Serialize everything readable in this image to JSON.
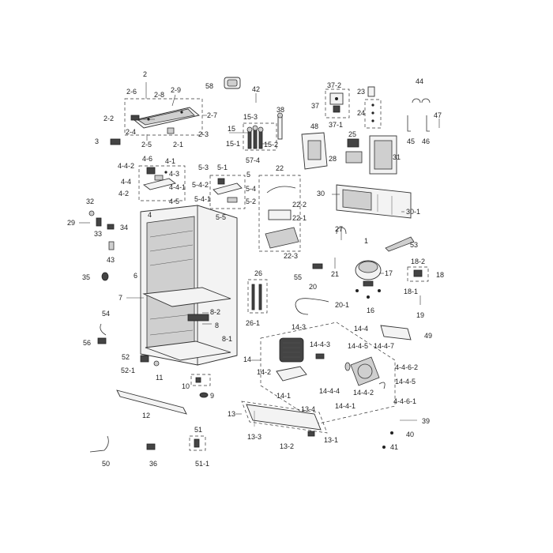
{
  "callouts": [
    {
      "id": "2",
      "text": "2"
    },
    {
      "id": "2-6",
      "text": "2-6"
    },
    {
      "id": "2-8",
      "text": "2-8"
    },
    {
      "id": "2-9",
      "text": "2-9"
    },
    {
      "id": "2-7",
      "text": "2-7"
    },
    {
      "id": "2-2",
      "text": "2-2"
    },
    {
      "id": "2-4",
      "text": "2-4"
    },
    {
      "id": "2-3",
      "text": "2-3"
    },
    {
      "id": "2-5",
      "text": "2-5"
    },
    {
      "id": "2-1",
      "text": "2-1"
    },
    {
      "id": "3",
      "text": "3"
    },
    {
      "id": "58",
      "text": "58"
    },
    {
      "id": "42",
      "text": "42"
    },
    {
      "id": "38",
      "text": "38"
    },
    {
      "id": "15-3",
      "text": "15-3"
    },
    {
      "id": "15",
      "text": "15"
    },
    {
      "id": "15-1",
      "text": "15-1"
    },
    {
      "id": "15-2",
      "text": "15-2"
    },
    {
      "id": "57-4",
      "text": "57-4"
    },
    {
      "id": "37-2",
      "text": "37-2"
    },
    {
      "id": "37",
      "text": "37"
    },
    {
      "id": "37-1",
      "text": "37-1"
    },
    {
      "id": "23",
      "text": "23"
    },
    {
      "id": "24",
      "text": "24"
    },
    {
      "id": "44",
      "text": "44"
    },
    {
      "id": "47",
      "text": "47"
    },
    {
      "id": "45",
      "text": "45"
    },
    {
      "id": "46",
      "text": "46"
    },
    {
      "id": "48",
      "text": "48"
    },
    {
      "id": "25",
      "text": "25"
    },
    {
      "id": "28",
      "text": "28"
    },
    {
      "id": "31",
      "text": "31"
    },
    {
      "id": "4-6",
      "text": "4-6"
    },
    {
      "id": "4-1",
      "text": "4-1"
    },
    {
      "id": "4-4-2",
      "text": "4-4-2"
    },
    {
      "id": "4-3",
      "text": "4-3"
    },
    {
      "id": "4-4",
      "text": "4-4"
    },
    {
      "id": "4-4-1",
      "text": "4-4-1"
    },
    {
      "id": "4-2",
      "text": "4-2"
    },
    {
      "id": "4-5",
      "text": "4-5"
    },
    {
      "id": "4",
      "text": "4"
    },
    {
      "id": "5-3",
      "text": "5-3"
    },
    {
      "id": "5-1",
      "text": "5-1"
    },
    {
      "id": "5",
      "text": "5"
    },
    {
      "id": "5-4-2",
      "text": "5-4-2"
    },
    {
      "id": "5-4",
      "text": "5-4"
    },
    {
      "id": "5-4-1",
      "text": "5-4-1"
    },
    {
      "id": "5-2",
      "text": "5-2"
    },
    {
      "id": "5-5",
      "text": "5-5"
    },
    {
      "id": "22",
      "text": "22"
    },
    {
      "id": "22-2",
      "text": "22-2"
    },
    {
      "id": "22-1",
      "text": "22-1"
    },
    {
      "id": "22-3",
      "text": "22-3"
    },
    {
      "id": "30",
      "text": "30"
    },
    {
      "id": "30-1",
      "text": "30-1"
    },
    {
      "id": "32",
      "text": "32"
    },
    {
      "id": "29",
      "text": "29"
    },
    {
      "id": "33",
      "text": "33"
    },
    {
      "id": "34",
      "text": "34"
    },
    {
      "id": "43",
      "text": "43"
    },
    {
      "id": "35",
      "text": "35"
    },
    {
      "id": "6",
      "text": "6"
    },
    {
      "id": "7",
      "text": "7"
    },
    {
      "id": "27",
      "text": "27"
    },
    {
      "id": "1",
      "text": "1"
    },
    {
      "id": "53",
      "text": "53"
    },
    {
      "id": "55",
      "text": "55"
    },
    {
      "id": "21",
      "text": "21"
    },
    {
      "id": "17",
      "text": "17"
    },
    {
      "id": "18-2",
      "text": "18-2"
    },
    {
      "id": "18",
      "text": "18"
    },
    {
      "id": "18-1",
      "text": "18-1"
    },
    {
      "id": "16",
      "text": "16"
    },
    {
      "id": "19",
      "text": "19"
    },
    {
      "id": "26",
      "text": "26"
    },
    {
      "id": "20",
      "text": "20"
    },
    {
      "id": "20-1",
      "text": "20-1"
    },
    {
      "id": "8-2",
      "text": "8-2"
    },
    {
      "id": "8",
      "text": "8"
    },
    {
      "id": "8-1",
      "text": "8-1"
    },
    {
      "id": "26-1",
      "text": "26-1"
    },
    {
      "id": "54",
      "text": "54"
    },
    {
      "id": "56",
      "text": "56"
    },
    {
      "id": "14-3",
      "text": "14-3"
    },
    {
      "id": "14-4",
      "text": "14-4"
    },
    {
      "id": "14-4-3",
      "text": "14-4-3"
    },
    {
      "id": "14-4-5",
      "text": "14-4-5"
    },
    {
      "id": "14-4-7",
      "text": "14-4-7"
    },
    {
      "id": "49",
      "text": "49"
    },
    {
      "id": "14",
      "text": "14"
    },
    {
      "id": "4-4-6-2",
      "text": "4-4-6-2"
    },
    {
      "id": "14-4-5b",
      "text": "14-4-5"
    },
    {
      "id": "14-2",
      "text": "14-2"
    },
    {
      "id": "14-4-4",
      "text": "14-4-4"
    },
    {
      "id": "14-4-2",
      "text": "14-4-2"
    },
    {
      "id": "4-4-6-1",
      "text": "4-4-6-1"
    },
    {
      "id": "14-1",
      "text": "14-1"
    },
    {
      "id": "14-4-1",
      "text": "14-4-1"
    },
    {
      "id": "52",
      "text": "52"
    },
    {
      "id": "52-1",
      "text": "52-1"
    },
    {
      "id": "11",
      "text": "11"
    },
    {
      "id": "10",
      "text": "10"
    },
    {
      "id": "9",
      "text": "9"
    },
    {
      "id": "12",
      "text": "12"
    },
    {
      "id": "13",
      "text": "13"
    },
    {
      "id": "13-4",
      "text": "13-4"
    },
    {
      "id": "39",
      "text": "39"
    },
    {
      "id": "40",
      "text": "40"
    },
    {
      "id": "13-3",
      "text": "13-3"
    },
    {
      "id": "13-1",
      "text": "13-1"
    },
    {
      "id": "13-2",
      "text": "13-2"
    },
    {
      "id": "41",
      "text": "41"
    },
    {
      "id": "51",
      "text": "51"
    },
    {
      "id": "51-1",
      "text": "51-1"
    },
    {
      "id": "50",
      "text": "50"
    },
    {
      "id": "36",
      "text": "36"
    }
  ]
}
